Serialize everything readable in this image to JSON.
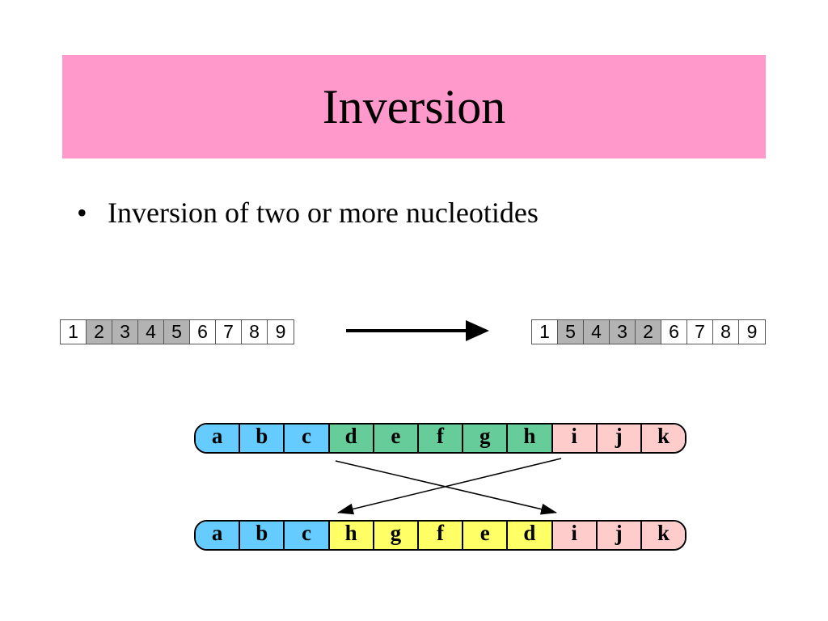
{
  "slide": {
    "title": "Inversion",
    "bullet_marker": "•",
    "bullet_text": "Inversion of two or more nucleotides"
  },
  "colors": {
    "banner": "#ff99cc",
    "highlight_gray": "#b3b3b3",
    "blue": "#66ccff",
    "green": "#66cc99",
    "pink": "#ffcccc",
    "yellow": "#ffff66"
  },
  "number_strips": {
    "before": [
      {
        "label": "1",
        "highlight": false
      },
      {
        "label": "2",
        "highlight": true
      },
      {
        "label": "3",
        "highlight": true
      },
      {
        "label": "4",
        "highlight": true
      },
      {
        "label": "5",
        "highlight": true
      },
      {
        "label": "6",
        "highlight": false
      },
      {
        "label": "7",
        "highlight": false
      },
      {
        "label": "8",
        "highlight": false
      },
      {
        "label": "9",
        "highlight": false
      }
    ],
    "after": [
      {
        "label": "1",
        "highlight": false
      },
      {
        "label": "5",
        "highlight": true
      },
      {
        "label": "4",
        "highlight": true
      },
      {
        "label": "3",
        "highlight": true
      },
      {
        "label": "2",
        "highlight": true
      },
      {
        "label": "6",
        "highlight": false
      },
      {
        "label": "7",
        "highlight": false
      },
      {
        "label": "8",
        "highlight": false
      },
      {
        "label": "9",
        "highlight": false
      }
    ]
  },
  "chromosomes": {
    "original": [
      {
        "label": "a",
        "color": "#66ccff"
      },
      {
        "label": "b",
        "color": "#66ccff"
      },
      {
        "label": "c",
        "color": "#66ccff"
      },
      {
        "label": "d",
        "color": "#66cc99"
      },
      {
        "label": "e",
        "color": "#66cc99"
      },
      {
        "label": "f",
        "color": "#66cc99"
      },
      {
        "label": "g",
        "color": "#66cc99"
      },
      {
        "label": "h",
        "color": "#66cc99"
      },
      {
        "label": "i",
        "color": "#ffcccc"
      },
      {
        "label": "j",
        "color": "#ffcccc"
      },
      {
        "label": "k",
        "color": "#ffcccc"
      }
    ],
    "inverted": [
      {
        "label": "a",
        "color": "#66ccff"
      },
      {
        "label": "b",
        "color": "#66ccff"
      },
      {
        "label": "c",
        "color": "#66ccff"
      },
      {
        "label": "h",
        "color": "#ffff66"
      },
      {
        "label": "g",
        "color": "#ffff66"
      },
      {
        "label": "f",
        "color": "#ffff66"
      },
      {
        "label": "e",
        "color": "#ffff66"
      },
      {
        "label": "d",
        "color": "#ffff66"
      },
      {
        "label": "i",
        "color": "#ffcccc"
      },
      {
        "label": "j",
        "color": "#ffcccc"
      },
      {
        "label": "k",
        "color": "#ffcccc"
      }
    ]
  }
}
